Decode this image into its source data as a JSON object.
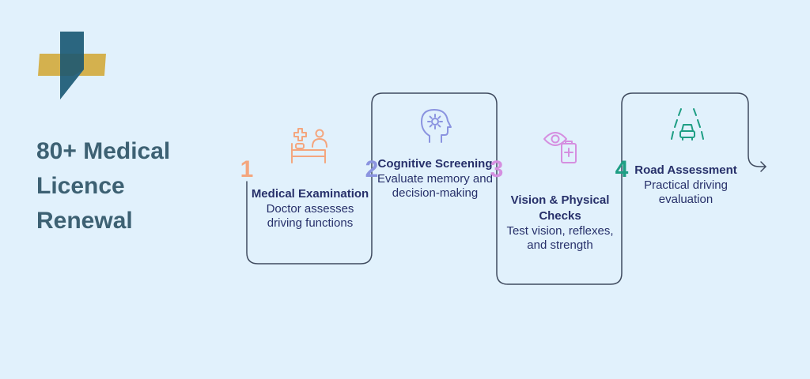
{
  "title": "80+ Medical Licence Renewal",
  "steps": [
    {
      "number": "1",
      "title": "Medical Examination",
      "description": "Doctor assesses driving functions",
      "icon": "patient-bed-icon",
      "color": "#f4a67e"
    },
    {
      "number": "2",
      "title": "Cognitive Screening",
      "description": "Evaluate memory and decision-making",
      "icon": "brain-gear-icon",
      "color": "#8b94e0"
    },
    {
      "number": "3",
      "title": "Vision & Physical Checks",
      "description": "Test vision, reflexes, and strength",
      "icon": "eye-clipboard-icon",
      "color": "#d58fe0"
    },
    {
      "number": "4",
      "title": "Road Assessment",
      "description": "Practical driving evaluation",
      "icon": "car-road-icon",
      "color": "#1e9e84"
    }
  ],
  "colors": {
    "background": "#e1f1fc",
    "title": "#3d6173",
    "text": "#27306a",
    "flow_line": "#3f4a5e",
    "logo_vertical": "#2b6680",
    "logo_horizontal": "#d4b14e"
  }
}
